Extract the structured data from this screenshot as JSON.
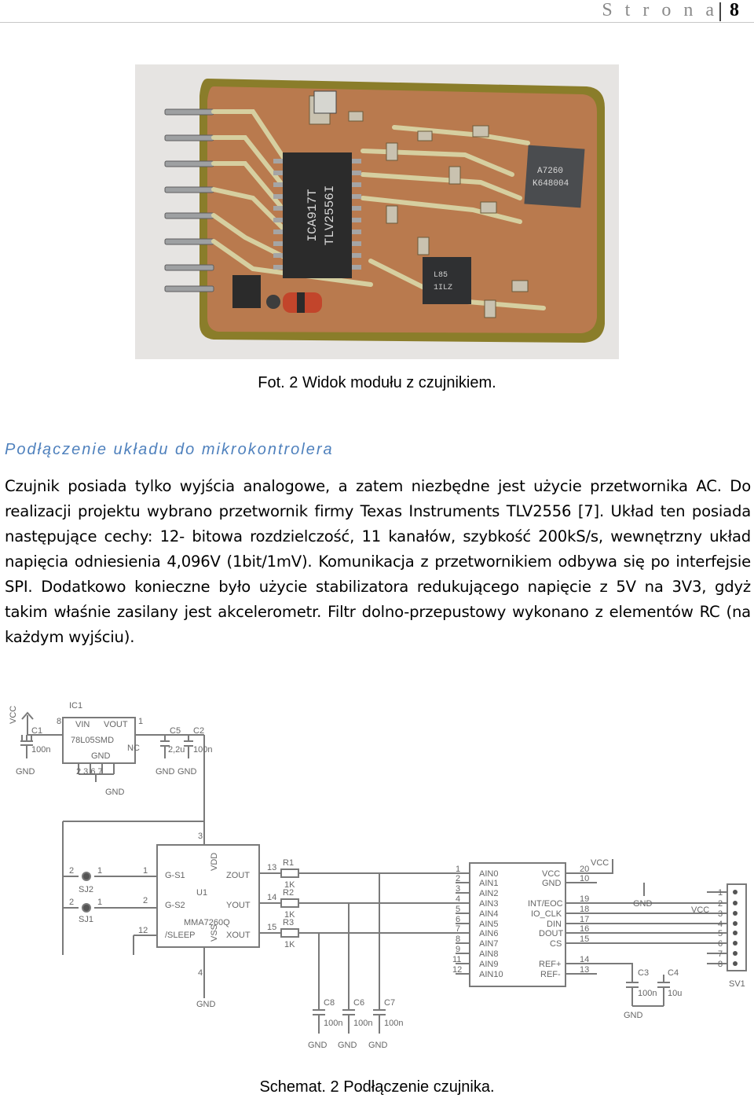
{
  "header": {
    "label": "S t r o n a",
    "page_number": "8"
  },
  "photo": {
    "chip_main_line1": "ICA917T",
    "chip_main_line2": "TLV2556I",
    "chip_accel_line1": "A7260",
    "chip_accel_line2": "K648004",
    "chip_reg_line1": "L85",
    "chip_reg_line2": "1ILZ",
    "caption": "Fot. 2 Widok modułu z czujnikiem."
  },
  "section_title": "Podłączenie układu do mikrokontrolera",
  "paragraph": "Czujnik posiada tylko wyjścia analogowe, a zatem niezbędne jest użycie przetwornika AC. Do realizacji projektu wybrano przetwornik firmy Texas Instruments TLV2556 [7]. Układ ten posiada następujące cechy: 12- bitowa rozdzielczość, 11 kanałów, szybkość 200kS/s, wewnętrzny układ napięcia odniesienia 4,096V (1bit/1mV). Komunikacja z przetwornikiem odbywa się po interfejsie SPI. Dodatkowo konieczne było użycie stabilizatora redukującego napięcie z 5V na 3V3, gdyż takim właśnie zasilany jest akcelerometr. Filtr dolno-przepustowy wykonano z elementów RC (na każdym wyjściu).",
  "schematic": {
    "vcc": "VCC",
    "gnd": "GND",
    "ic1": {
      "ref": "IC1",
      "part": "78L05SMD",
      "vin": "VIN",
      "vout": "VOUT",
      "gnd": "GND",
      "nc": "NC",
      "pin_in": "8",
      "pin_out": "1",
      "pins_bottom": "2 3 6 7"
    },
    "c1": {
      "ref": "C1",
      "value": "100n"
    },
    "c5": {
      "ref": "C5",
      "value": "2,2u"
    },
    "c2": {
      "ref": "C2",
      "value": "100n"
    },
    "sj2": {
      "ref": "SJ2",
      "pin1": "1",
      "pin2": "2"
    },
    "sj1": {
      "ref": "SJ1",
      "pin1": "1",
      "pin2": "2"
    },
    "u1": {
      "ref": "U1",
      "part": "MMA7260Q",
      "gs1": "G-S1",
      "gs2": "G-S2",
      "sleep": "/SLEEP",
      "vdd": "VDD",
      "vss": "VSS",
      "zout": "ZOUT",
      "yout": "YOUT",
      "xout": "XOUT",
      "pin_gs1": "1",
      "pin_gs2": "2",
      "pin_sleep": "12",
      "pin_vdd": "3",
      "pin_vss": "4",
      "pin_zout": "13",
      "pin_yout": "14",
      "pin_xout": "15"
    },
    "r1": {
      "ref": "R1",
      "value": "1K"
    },
    "r2": {
      "ref": "R2",
      "value": "1K"
    },
    "r3": {
      "ref": "R3",
      "value": "1K"
    },
    "c8": {
      "ref": "C8",
      "value": "100n"
    },
    "c6": {
      "ref": "C6",
      "value": "100n"
    },
    "c7": {
      "ref": "C7",
      "value": "100n"
    },
    "adc": {
      "left_pins": [
        "AIN0",
        "AIN1",
        "AIN2",
        "AIN3",
        "AIN4",
        "AIN5",
        "AIN6",
        "AIN7",
        "AIN8",
        "AIN9",
        "AIN10"
      ],
      "left_nums": [
        "1",
        "2",
        "3",
        "4",
        "5",
        "6",
        "7",
        "8",
        "9",
        "11",
        "12"
      ],
      "right_pins": [
        "VCC",
        "GND",
        "INT/EOC",
        "IO_CLK",
        "DIN",
        "DOUT",
        "CS",
        "REF+",
        "REF-"
      ],
      "right_nums": [
        "20",
        "10",
        "19",
        "18",
        "17",
        "16",
        "15",
        "14",
        "13"
      ]
    },
    "c3": {
      "ref": "C3",
      "value": "100n"
    },
    "c4": {
      "ref": "C4",
      "value": "10u"
    },
    "sv1": {
      "ref": "SV1",
      "pins": [
        "1",
        "2",
        "3",
        "4",
        "5",
        "6",
        "7",
        "8"
      ]
    }
  },
  "schematic_caption": "Schemat. 2 Podłączenie czujnika."
}
